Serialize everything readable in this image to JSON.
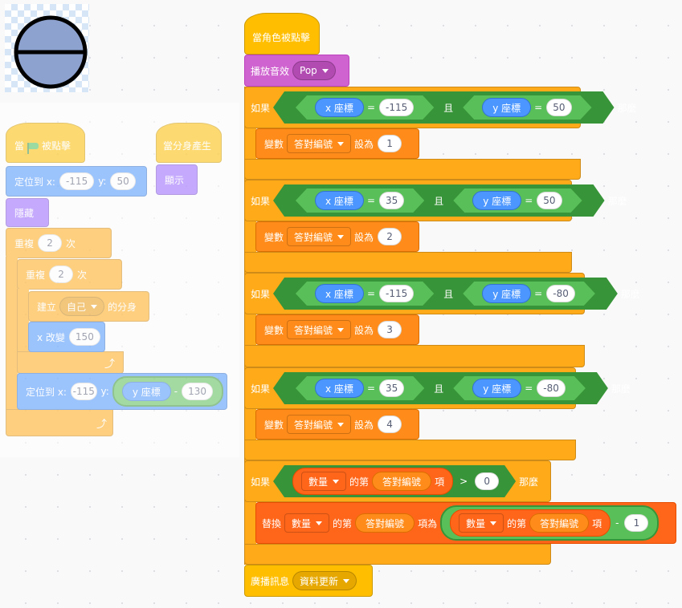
{
  "sprite": {
    "name": "minus-circle-sprite",
    "colors": {
      "fill": "#8ea2cf",
      "stroke": "#000000"
    }
  },
  "left_script": {
    "when_flag": {
      "label_pre": "當",
      "label_post": "被點擊"
    },
    "go_to": {
      "label": "定位到 x:",
      "y_label": "y:",
      "x": "-115",
      "y": "50"
    },
    "hide": {
      "label": "隱藏"
    },
    "repeat_outer": {
      "label_pre": "重複",
      "count": "2",
      "label_post": "次"
    },
    "repeat_inner": {
      "label_pre": "重複",
      "count": "2",
      "label_post": "次"
    },
    "create_clone": {
      "label_pre": "建立",
      "target": "自己",
      "label_post": "的分身"
    },
    "change_x": {
      "label": "x 改變",
      "value": "150"
    },
    "go_to_2": {
      "label": "定位到 x:",
      "x": "-115",
      "y_label": "y:",
      "y_reporter": "y 座標",
      "minus": "-",
      "value": "130"
    }
  },
  "clone_script": {
    "hat": {
      "label": "當分身產生"
    },
    "show": {
      "label": "顯示"
    }
  },
  "main_script": {
    "hat": {
      "label": "當角色被點擊"
    },
    "play_sound": {
      "label": "播放音效",
      "sound": "Pop"
    },
    "if_blocks": [
      {
        "if_label": "如果",
        "x_label": "x 座標",
        "eq": "=",
        "x": "-115",
        "and": "且",
        "y_label": "y 座標",
        "y": "50",
        "then": "那麼",
        "set_label": "變數",
        "var": "答對編號",
        "to_label": "設為",
        "value": "1"
      },
      {
        "if_label": "如果",
        "x_label": "x 座標",
        "eq": "=",
        "x": "35",
        "and": "且",
        "y_label": "y 座標",
        "y": "50",
        "then": "那麼",
        "set_label": "變數",
        "var": "答對編號",
        "to_label": "設為",
        "value": "2"
      },
      {
        "if_label": "如果",
        "x_label": "x 座標",
        "eq": "=",
        "x": "-115",
        "and": "且",
        "y_label": "y 座標",
        "y": "-80",
        "then": "那麼",
        "set_label": "變數",
        "var": "答對編號",
        "to_label": "設為",
        "value": "3"
      },
      {
        "if_label": "如果",
        "x_label": "x 座標",
        "eq": "=",
        "x": "35",
        "and": "且",
        "y_label": "y 座標",
        "y": "-80",
        "then": "那麼",
        "set_label": "變數",
        "var": "答對編號",
        "to_label": "設為",
        "value": "4"
      }
    ],
    "if_list": {
      "if_label": "如果",
      "list": "數量",
      "item_of": "的第",
      "index_var": "答對編號",
      "item": "項",
      "gt": ">",
      "value": "0",
      "then": "那麼",
      "replace": {
        "label": "替換",
        "list": "數量",
        "item_of": "的第",
        "index_var": "答對編號",
        "with_label": "項為",
        "inner_list": "數量",
        "inner_item_of": "的第",
        "inner_index_var": "答對編號",
        "inner_item": "項",
        "minus": "-",
        "minus_value": "1"
      }
    },
    "broadcast": {
      "label": "廣播訊息",
      "message": "資料更新"
    }
  }
}
